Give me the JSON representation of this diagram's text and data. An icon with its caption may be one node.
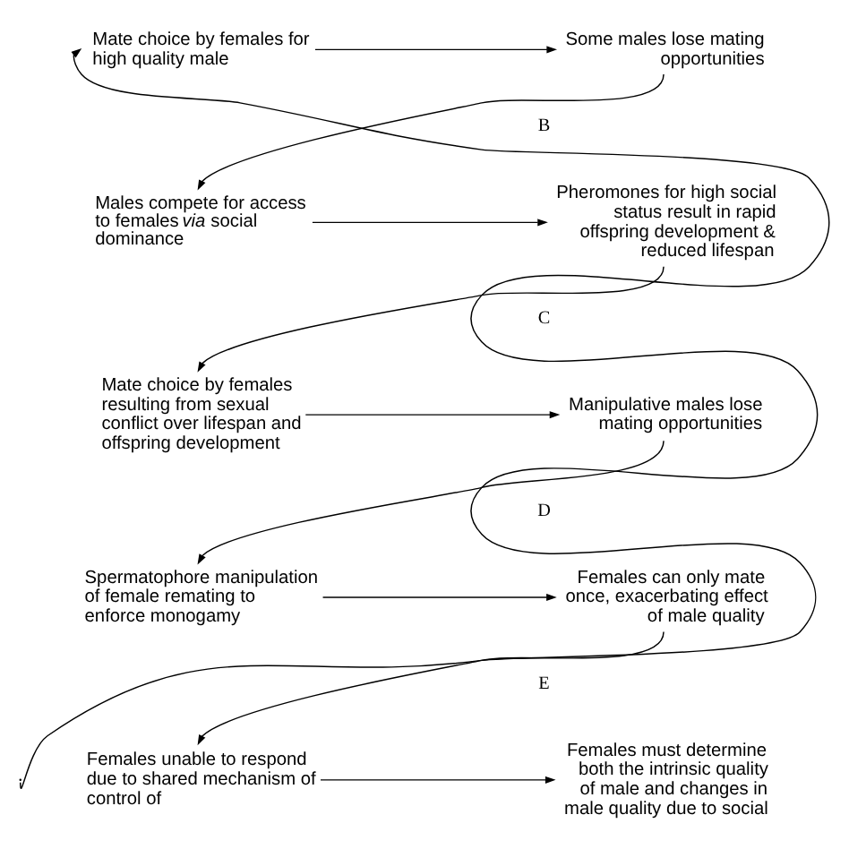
{
  "diagram": {
    "nodes": [
      {
        "text": [
          "Mate choice by females for high quality male"
        ]
      },
      {
        "text": [
          "Some males lose mating opportunities"
        ]
      },
      {
        "text": [
          "Males compete for access to females *via* social dominance"
        ]
      },
      {
        "text": [
          "Pheromones for high social status result in rapid offspring development & reduced lifespan"
        ]
      },
      {
        "text": [
          "Mate choice by females resulting from sexual conflict over lifespan and offspring development"
        ]
      },
      {
        "text": [
          "Manipulative males lose mating opportunities"
        ]
      },
      {
        "text": [
          "Spermatophore manipulation of female remating to enforce monogamy"
        ]
      },
      {
        "text": [
          "Females can only mate once, exacerbating effect of male quality"
        ]
      },
      {
        "text": [
          "Females unable to respond due to shared mechanism of control of"
        ]
      },
      {
        "text": [
          "Females must determine both the intrinsic quality of male and changes in male quality due to social"
        ]
      }
    ],
    "edges": [
      {
        "from": 0,
        "to": 1,
        "arrow": "to"
      },
      {
        "from": 1,
        "to": 2,
        "arrow": "to"
      },
      {
        "from": 2,
        "to": 3,
        "arrow": "to"
      },
      {
        "from": 3,
        "to": 4,
        "arrow": "to"
      },
      {
        "from": 4,
        "to": 5,
        "arrow": "to"
      },
      {
        "from": 5,
        "to": 6,
        "arrow": "to"
      },
      {
        "from": 6,
        "to": 7,
        "arrow": "to"
      },
      {
        "from": 7,
        "to": 8,
        "arrow": "to"
      },
      {
        "from": 8,
        "to": 9,
        "arrow": "to"
      },
      {
        "from": null,
        "to": 0,
        "arrow": "to"
      }
    ],
    "labels": [
      "B",
      "C",
      "D",
      "E"
    ]
  }
}
